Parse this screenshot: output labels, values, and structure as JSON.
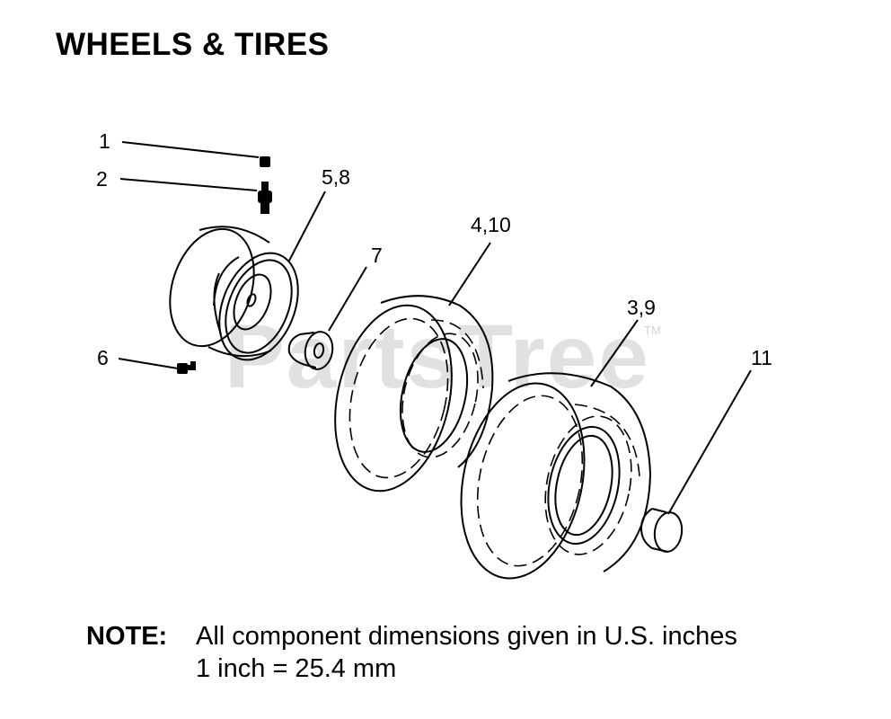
{
  "title": "WHEELS & TIRES",
  "callouts": {
    "c1": "1",
    "c2": "2",
    "c58": "5,8",
    "c7": "7",
    "c410": "4,10",
    "c39": "3,9",
    "c6": "6",
    "c11": "11"
  },
  "note": {
    "label": "NOTE:",
    "line1": "All component dimensions given in U.S. inches",
    "line2": "1 inch = 25.4 mm"
  },
  "watermark": {
    "text": "PartsTree",
    "tm": "TM"
  }
}
